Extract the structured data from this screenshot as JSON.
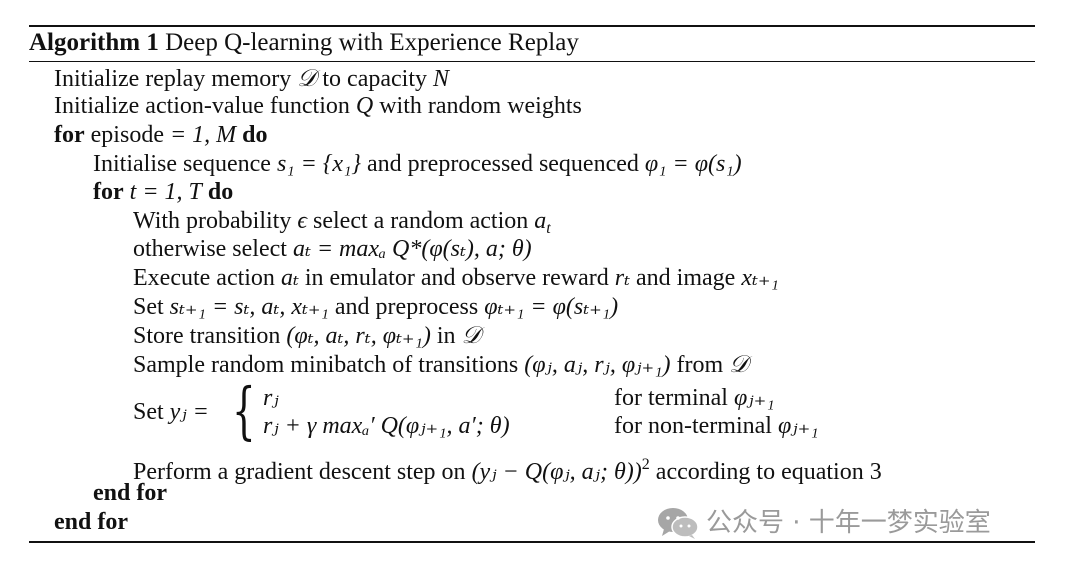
{
  "caption": {
    "label": "Algorithm 1",
    "title": "Deep Q-learning with Experience Replay"
  },
  "lines": {
    "init_memory": {
      "text": "Initialize replay memory",
      "mem": "𝒟",
      "mid": "to capacity",
      "cap": "N"
    },
    "init_q": {
      "pre": "Initialize action-value function",
      "q": "Q",
      "post": "with random weights"
    },
    "for_episode": {
      "kw_for": "for",
      "word": "episode",
      "expr": "= 1, M",
      "kw_do": "do"
    },
    "init_seq": {
      "pre": "Initialise sequence",
      "expr1": "s₁ = {x₁}",
      "mid": "and preprocessed sequenced",
      "expr2": "φ₁ = φ(s₁)"
    },
    "for_t": {
      "kw_for": "for",
      "expr": "t = 1, T",
      "kw_do": "do"
    },
    "select_random": {
      "pre": "With probability",
      "eps": "ϵ",
      "mid": "select a random action",
      "a": "a",
      "a_sub": "t"
    },
    "select_greedy": {
      "pre": "otherwise select",
      "expr": "aₜ = maxₐ Q*(φ(sₜ), a; θ)"
    },
    "execute": {
      "pre": "Execute action",
      "a": "aₜ",
      "mid1": "in emulator and observe reward",
      "r": "rₜ",
      "mid2": "and image",
      "x": "xₜ₊₁"
    },
    "set_s": {
      "pre": "Set",
      "expr1": "sₜ₊₁ = sₜ, aₜ, xₜ₊₁",
      "mid": "and preprocess",
      "expr2": "φₜ₊₁ = φ(sₜ₊₁)"
    },
    "store": {
      "pre": "Store transition",
      "expr": "(φₜ, aₜ, rₜ, φₜ₊₁)",
      "mid": "in",
      "mem": "𝒟"
    },
    "sample": {
      "pre": "Sample random minibatch of transitions",
      "expr": "(φⱼ, aⱼ, rⱼ, φⱼ₊₁)",
      "mid": "from",
      "mem": "𝒟"
    },
    "set_y": {
      "pre": "Set",
      "lhs": "yⱼ =",
      "case1_expr": "rⱼ",
      "case1_cond_text": "for terminal",
      "case1_cond_var": "φⱼ₊₁",
      "case2_expr": "rⱼ + γ maxₐ′ Q(φⱼ₊₁, a′; θ)",
      "case2_cond_text": "for non-terminal",
      "case2_cond_var": "φⱼ₊₁"
    },
    "gradient": {
      "pre": "Perform a gradient descent step on",
      "expr": "(yⱼ − Q(φⱼ, aⱼ; θ))",
      "exp": "2",
      "post": "according to equation 3"
    },
    "end_for_inner": "end for",
    "end_for_outer": "end for"
  },
  "watermark": {
    "icon": "wechat-icon",
    "text": "公众号 · 十年一梦实验室"
  }
}
